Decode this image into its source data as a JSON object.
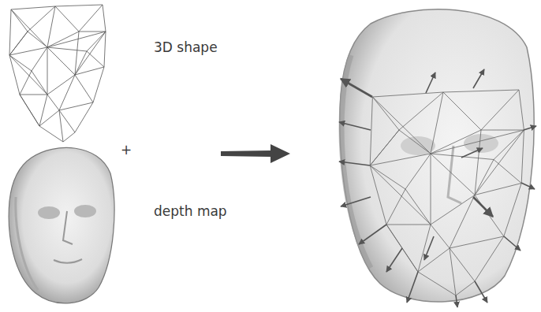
{
  "diagram": {
    "labels": [
      "3D shape",
      "+",
      "depth map"
    ]
  }
}
